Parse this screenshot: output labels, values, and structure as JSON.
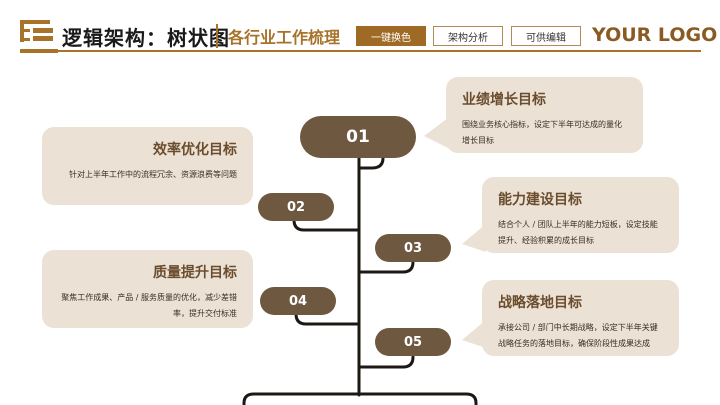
{
  "header": {
    "title": "逻辑架构：树状图",
    "subtitle": "各行业工作梳理",
    "buttons": [
      {
        "label": "一键换色",
        "style": "primary"
      },
      {
        "label": "架构分析",
        "style": "outline"
      },
      {
        "label": "可供编辑",
        "style": "outline"
      }
    ],
    "logo": "YOUR LOGO",
    "icon": "tree-structure-icon"
  },
  "colors": {
    "accent": "#a7722a",
    "node_fill": "#6f5840",
    "bubble_fill": "#ebe1d4",
    "bubble_title": "#6b4d2e",
    "trunk": "#1e1814"
  },
  "tree": {
    "nodes": [
      {
        "id": "01",
        "title": "业绩增长目标",
        "desc": "围绕业务核心指标，设定下半年可达成的量化增长目标",
        "side": "right"
      },
      {
        "id": "02",
        "title": "效率优化目标",
        "desc": "针对上半年工作中的流程冗余、资源浪费等问题",
        "side": "left"
      },
      {
        "id": "03",
        "title": "能力建设目标",
        "desc": "结合个人 / 团队上半年的能力短板，设定技能提升、经验积累的成长目标",
        "side": "right"
      },
      {
        "id": "04",
        "title": "质量提升目标",
        "desc": "聚焦工作成果、产品 / 服务质量的优化，减少差错率，提升交付标准",
        "side": "left"
      },
      {
        "id": "05",
        "title": "战略落地目标",
        "desc": "承接公司 / 部门中长期战略，设定下半年关键战略任务的落地目标，确保阶段性成果达成",
        "side": "right"
      }
    ]
  }
}
